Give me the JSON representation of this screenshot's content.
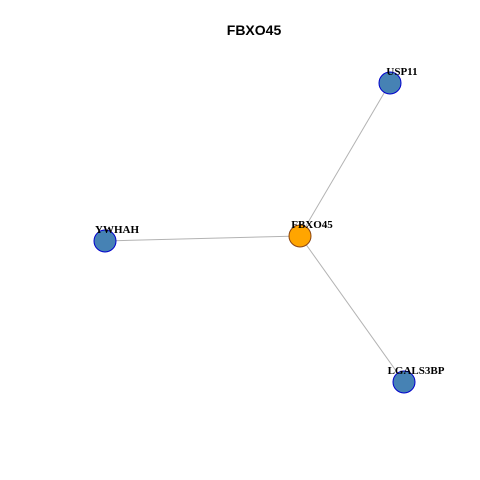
{
  "title": "FBXO45",
  "colors": {
    "center_fill": "#FFA500",
    "center_stroke": "#8B4513",
    "neighbor_fill": "#4682B4",
    "neighbor_stroke": "#0000CD",
    "edge": "#B3B3B3"
  },
  "nodes": [
    {
      "id": "FBXO45",
      "label": "FBXO45",
      "role": "center"
    },
    {
      "id": "USP11",
      "label": "USP11",
      "role": "neighbor"
    },
    {
      "id": "YWHAH",
      "label": "YWHAH",
      "role": "neighbor"
    },
    {
      "id": "LGALS3BP",
      "label": "LGALS3BP",
      "role": "neighbor"
    }
  ],
  "edges": [
    {
      "source": "FBXO45",
      "target": "USP11"
    },
    {
      "source": "FBXO45",
      "target": "YWHAH"
    },
    {
      "source": "FBXO45",
      "target": "LGALS3BP"
    }
  ]
}
